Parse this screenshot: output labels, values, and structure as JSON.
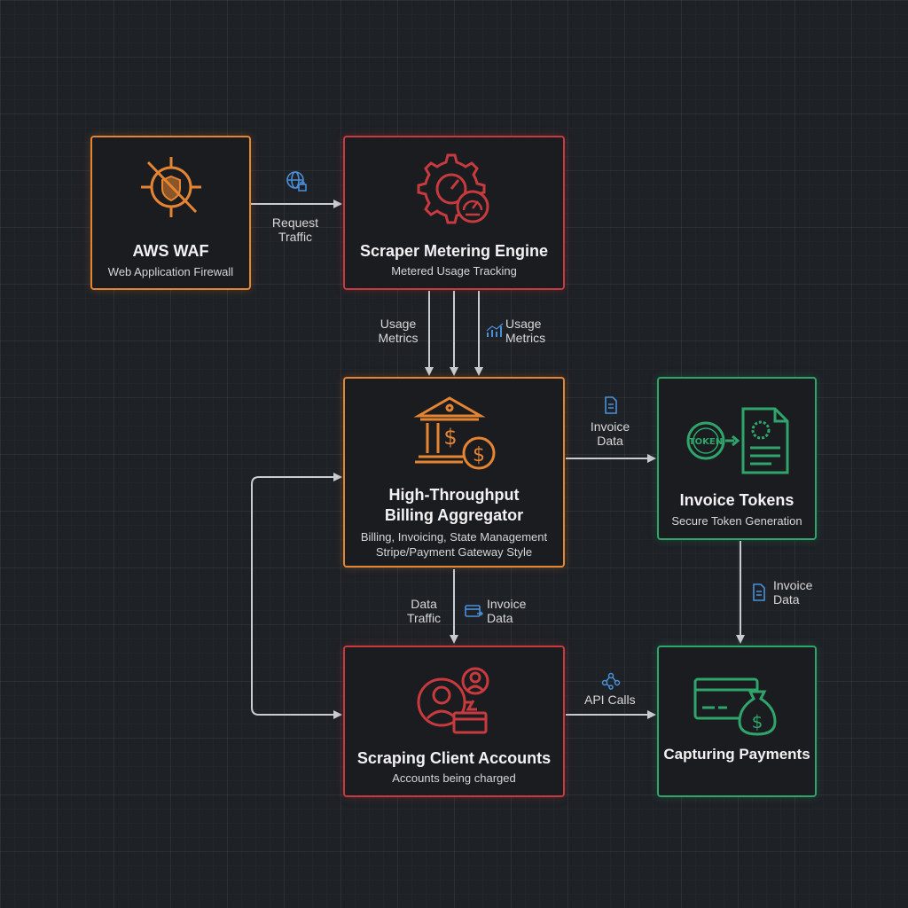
{
  "nodes": {
    "waf": {
      "title": "AWS WAF",
      "subtitle": "Web Application Firewall"
    },
    "metering": {
      "title": "Scraper Metering Engine",
      "subtitle": "Metered Usage Tracking"
    },
    "aggregator": {
      "title_line1": "High-Throughput",
      "title_line2": "Billing Aggregator",
      "subtitle_line1": "Billing, Invoicing, State Management",
      "subtitle_line2": "Stripe/Payment Gateway Style"
    },
    "tokens": {
      "title": "Invoice Tokens",
      "subtitle": "Secure Token Generation",
      "token_badge": "TOKEN"
    },
    "clients": {
      "title": "Scraping Client Accounts",
      "subtitle": "Accounts being charged"
    },
    "payments": {
      "title": "Capturing Payments"
    }
  },
  "edges": {
    "request_traffic": {
      "line1": "Request",
      "line2": "Traffic"
    },
    "usage_left": {
      "line1": "Usage",
      "line2": "Metrics"
    },
    "usage_right": {
      "line1": "Usage",
      "line2": "Metrics"
    },
    "invoice_data_right": {
      "line1": "Invoice",
      "line2": "Data"
    },
    "data_traffic": {
      "line1": "Data",
      "line2": "Traffic"
    },
    "invoice_data_down": {
      "line1": "Invoice",
      "line2": "Data"
    },
    "invoice_data_tokens": {
      "line1": "Invoice",
      "line2": "Data"
    },
    "api_calls": {
      "label": "API Calls"
    }
  },
  "colors": {
    "orange": "#e58532",
    "red": "#c73a3e",
    "green": "#2fa56b",
    "blue": "#4a90d9",
    "wire": "#c9ccd1"
  }
}
